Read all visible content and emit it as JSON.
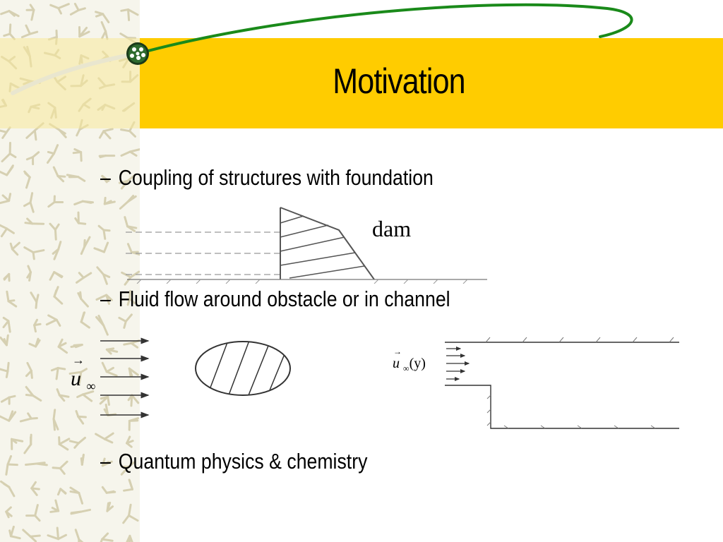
{
  "slide": {
    "title": "Motivation"
  },
  "bullets": [
    {
      "marker": "–",
      "text": "Coupling of structures with foundation"
    },
    {
      "marker": "–",
      "text": "Fluid flow around obstacle or in channel"
    },
    {
      "marker": "–",
      "text": "Quantum physics & chemistry"
    }
  ],
  "figures": {
    "dam": {
      "label": "dam"
    },
    "obstacle": {
      "velocity_symbol": "u",
      "subscript": "∞"
    },
    "channel": {
      "velocity_symbol": "u",
      "subscript": "∞",
      "argument": "(y)"
    }
  },
  "colors": {
    "title_band": "#ffcc00",
    "swoosh": "#1a8a1a",
    "left_strip": "#f6f5ec",
    "pattern": "#d8d3b8"
  }
}
